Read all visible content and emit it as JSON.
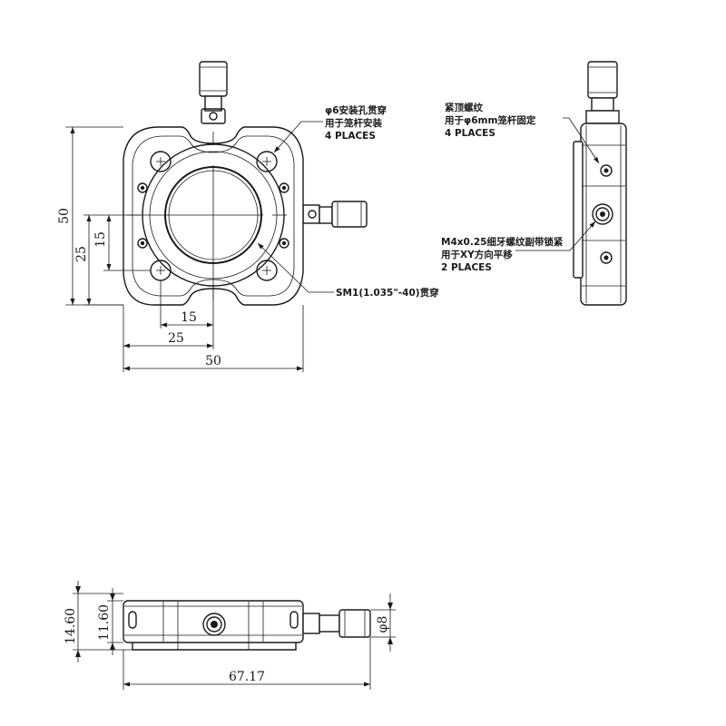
{
  "front_view": {
    "dim_height_total": "50",
    "dim_height_center": "25",
    "dim_height_hole": "15",
    "dim_width_hole": "15",
    "dim_width_center": "25",
    "dim_width_total": "50",
    "note_mount_holes": [
      "φ6安装孔贯穿",
      "用于笼杆安装",
      "4 PLACES"
    ],
    "note_thread": "SM1(1.035\"-40)贯穿"
  },
  "side_view": {
    "note_set_screw": [
      "紧顶螺纹",
      "用于φ6mm笼杆固定",
      "4 PLACES"
    ],
    "note_adjust": [
      "M4x0.25细牙螺纹副带锁紧",
      "用于XY方向平移",
      "2 PLACES"
    ]
  },
  "top_view": {
    "dim_height_total": "14.60",
    "dim_height_body": "11.60",
    "dim_knob_dia": "φ8",
    "dim_length": "67.17"
  }
}
